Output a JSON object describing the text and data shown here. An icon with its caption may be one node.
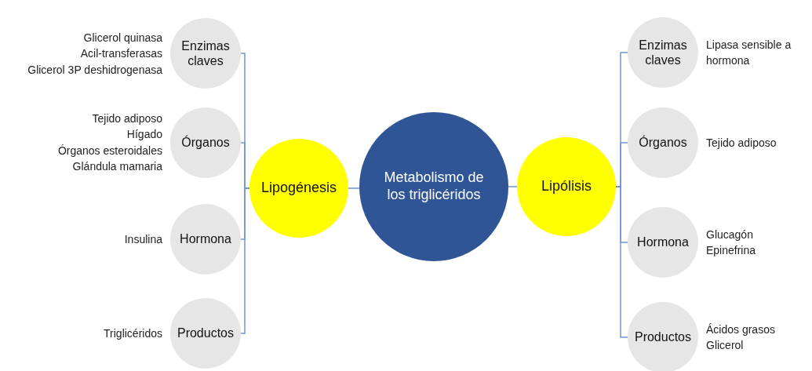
{
  "diagram": {
    "nodes": [
      {
        "text": [
          "Metabolismo de los triglicéridos"
        ]
      },
      {
        "text": [
          "Lipogénesis"
        ]
      },
      {
        "text": [
          "Enzimas claves"
        ],
        "beside": [
          "Glicerol quinasa",
          "Acil-transferasas",
          "Glicerol 3P deshidrogenasa"
        ]
      },
      {
        "text": [
          "Órganos"
        ],
        "beside": [
          "Tejido adiposo",
          "Hígado",
          "Órganos esteroidales",
          "Glándula mamaria"
        ]
      },
      {
        "text": [
          "Hormona"
        ],
        "beside": [
          "Insulina"
        ]
      },
      {
        "text": [
          "Productos"
        ],
        "beside": [
          "Triglicéridos"
        ]
      },
      {
        "text": [
          "Lipólisis"
        ]
      },
      {
        "text": [
          "Enzimas claves"
        ],
        "beside": [
          "Lipasa sensible a hormona"
        ]
      },
      {
        "text": [
          "Órganos"
        ],
        "beside": [
          "Tejido adiposo"
        ]
      },
      {
        "text": [
          "Hormona"
        ],
        "beside": [
          "Glucagón",
          "Epinefrina"
        ]
      },
      {
        "text": [
          "Productos"
        ],
        "beside": [
          "Ácidos grasos",
          "Glicerol"
        ]
      }
    ],
    "edges": [
      {
        "from": 0,
        "to": 1,
        "arrow": "none"
      },
      {
        "from": 0,
        "to": 6,
        "arrow": "none"
      },
      {
        "from": 1,
        "to": 2,
        "arrow": "none"
      },
      {
        "from": 1,
        "to": 3,
        "arrow": "none"
      },
      {
        "from": 1,
        "to": 4,
        "arrow": "none"
      },
      {
        "from": 1,
        "to": 5,
        "arrow": "none"
      },
      {
        "from": 6,
        "to": 7,
        "arrow": "none"
      },
      {
        "from": 6,
        "to": 8,
        "arrow": "none"
      },
      {
        "from": 6,
        "to": 9,
        "arrow": "none"
      },
      {
        "from": 6,
        "to": 10,
        "arrow": "none"
      }
    ]
  }
}
